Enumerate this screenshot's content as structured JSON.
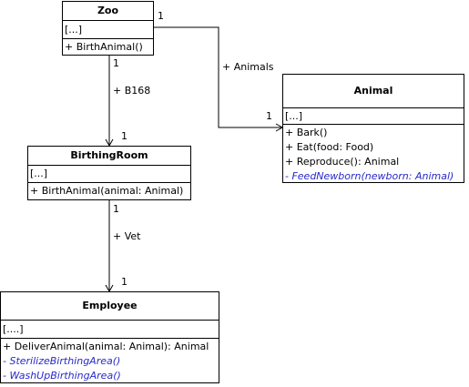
{
  "classes": {
    "zoo": {
      "name": "Zoo",
      "attributes": "[...]",
      "operations": [
        {
          "text": "+ BirthAnimal()",
          "abstract": false
        }
      ]
    },
    "animal": {
      "name": "Animal",
      "attributes": "[...]",
      "operations": [
        {
          "text": "+ Bark()",
          "abstract": false
        },
        {
          "text": "+ Eat(food: Food)",
          "abstract": false
        },
        {
          "text": "+ Reproduce(): Animal",
          "abstract": false
        },
        {
          "text": "-  FeedNewborn(newborn: Animal)",
          "abstract": true
        }
      ]
    },
    "birthing_room": {
      "name": "BirthingRoom",
      "attributes": "[...]",
      "operations": [
        {
          "text": "+ BirthAnimal(animal: Animal)",
          "abstract": false
        }
      ]
    },
    "employee": {
      "name": "Employee",
      "attributes": "[....]",
      "operations": [
        {
          "text": "+ DeliverAnimal(animal: Animal): Animal",
          "abstract": false
        },
        {
          "text": "-  SterilizeBirthingArea()",
          "abstract": true
        },
        {
          "text": "-  WashUpBirthingArea()",
          "abstract": true
        }
      ]
    }
  },
  "associations": {
    "zoo_animal": {
      "source_mult": "1",
      "role": "+ Animals",
      "target_mult": "1"
    },
    "zoo_birthing_room": {
      "source_mult": "1",
      "role": "+ B168",
      "target_mult": "1"
    },
    "birthing_room_employee": {
      "source_mult": "1",
      "role": "+ Vet",
      "target_mult": "1"
    }
  },
  "colors": {
    "line": "#000000",
    "abstract_operation": "#2929c9"
  }
}
